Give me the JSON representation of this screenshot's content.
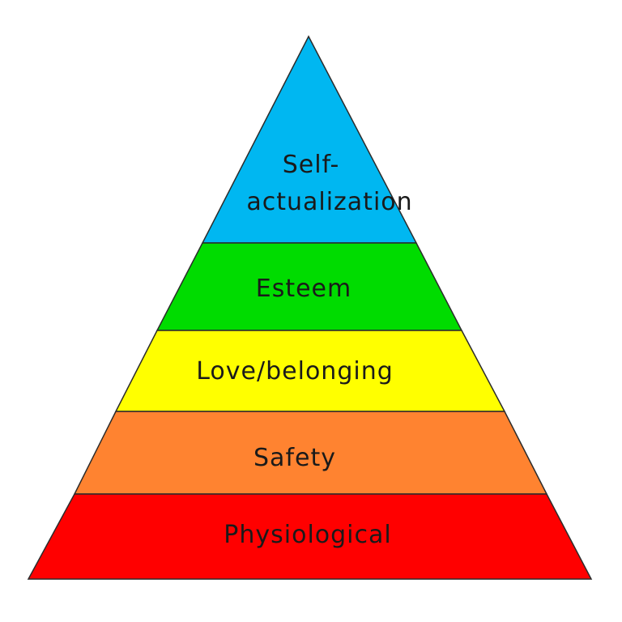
{
  "pyramid": {
    "tiers": [
      {
        "label_lines": [
          "Self-",
          "actualization"
        ],
        "color": "#00b7f1"
      },
      {
        "label_lines": [
          "Esteem"
        ],
        "color": "#00dc00"
      },
      {
        "label_lines": [
          "Love/belonging"
        ],
        "color": "#ffff00"
      },
      {
        "label_lines": [
          "Safety"
        ],
        "color": "#ff8330"
      },
      {
        "label_lines": [
          "Physiological"
        ],
        "color": "#ff0000"
      }
    ]
  }
}
